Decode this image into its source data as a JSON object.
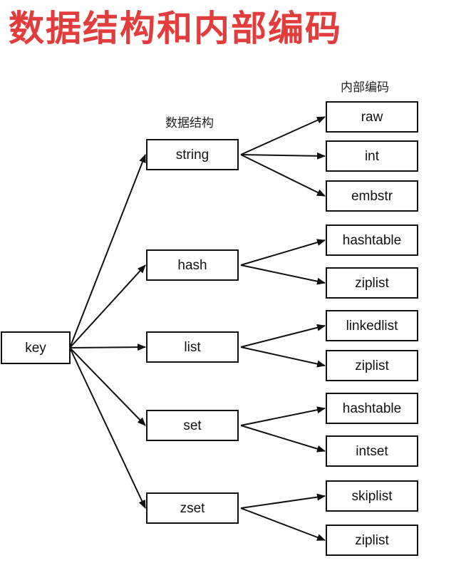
{
  "title": "数据结构和内部编码",
  "headers": {
    "structure": "数据结构",
    "encoding": "内部编码"
  },
  "root": "key",
  "structures": [
    {
      "name": "string",
      "encodings": [
        "raw",
        "int",
        "embstr"
      ]
    },
    {
      "name": "hash",
      "encodings": [
        "hashtable",
        "ziplist"
      ]
    },
    {
      "name": "list",
      "encodings": [
        "linkedlist",
        "ziplist"
      ]
    },
    {
      "name": "set",
      "encodings": [
        "hashtable",
        "intset"
      ]
    },
    {
      "name": "zset",
      "encodings": [
        "skiplist",
        "ziplist"
      ]
    }
  ]
}
